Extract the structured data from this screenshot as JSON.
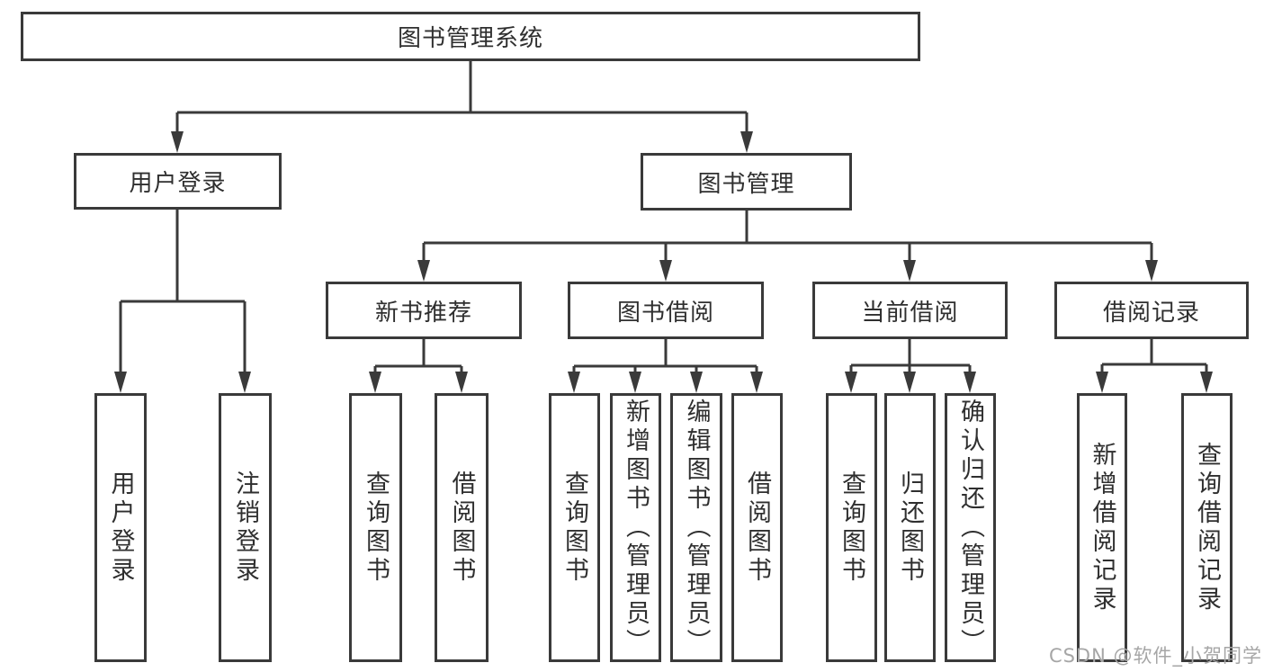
{
  "tree": {
    "root": "图书管理系统",
    "branches": [
      {
        "label": "用户登录",
        "children": [
          {
            "label": "用户登录"
          },
          {
            "label": "注销登录"
          }
        ]
      },
      {
        "label": "图书管理",
        "children": [
          {
            "label": "新书推荐",
            "children": [
              {
                "label": "查询图书"
              },
              {
                "label": "借阅图书"
              }
            ]
          },
          {
            "label": "图书借阅",
            "children": [
              {
                "label": "查询图书"
              },
              {
                "label": "新增图书（管理员）"
              },
              {
                "label": "编辑图书（管理员）"
              },
              {
                "label": "借阅图书"
              }
            ]
          },
          {
            "label": "当前借阅",
            "children": [
              {
                "label": "查询图书"
              },
              {
                "label": "归还图书"
              },
              {
                "label": "确认归还（管理员）"
              }
            ]
          },
          {
            "label": "借阅记录",
            "children": [
              {
                "label": "新增借阅记录"
              },
              {
                "label": "查询借阅记录"
              }
            ]
          }
        ]
      }
    ]
  },
  "watermark": {
    "text": "CSDN @软件_小贺同学"
  },
  "colors": {
    "line": "#3a3a3a",
    "text": "#2f2f2f",
    "background": "#ffffff",
    "watermark": "#a6a6a6"
  }
}
